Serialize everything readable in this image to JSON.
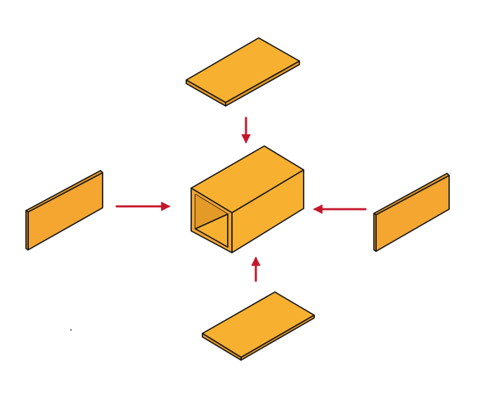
{
  "diagram": {
    "description_type": "exploded-assembly",
    "colors": {
      "panel_top": "#F7B02F",
      "panel_edge": "#E89A22",
      "panel_front": "#F4A630",
      "panel_inner_dark": "#E49A26",
      "outline": "#1a1a1a",
      "arrow": "#C4172C",
      "background": "#ffffff"
    },
    "parts": [
      {
        "id": "top-panel",
        "icon": "flat-board-shape"
      },
      {
        "id": "left-panel",
        "icon": "standing-board-shape"
      },
      {
        "id": "right-panel",
        "icon": "standing-board-shape"
      },
      {
        "id": "bottom-panel",
        "icon": "flat-board-shape"
      },
      {
        "id": "assembled-tube",
        "icon": "rectangular-tube-shape"
      }
    ],
    "arrows": [
      {
        "id": "arrow-top",
        "direction": "down"
      },
      {
        "id": "arrow-left",
        "direction": "right"
      },
      {
        "id": "arrow-right",
        "direction": "left"
      },
      {
        "id": "arrow-bottom",
        "direction": "up"
      }
    ]
  }
}
